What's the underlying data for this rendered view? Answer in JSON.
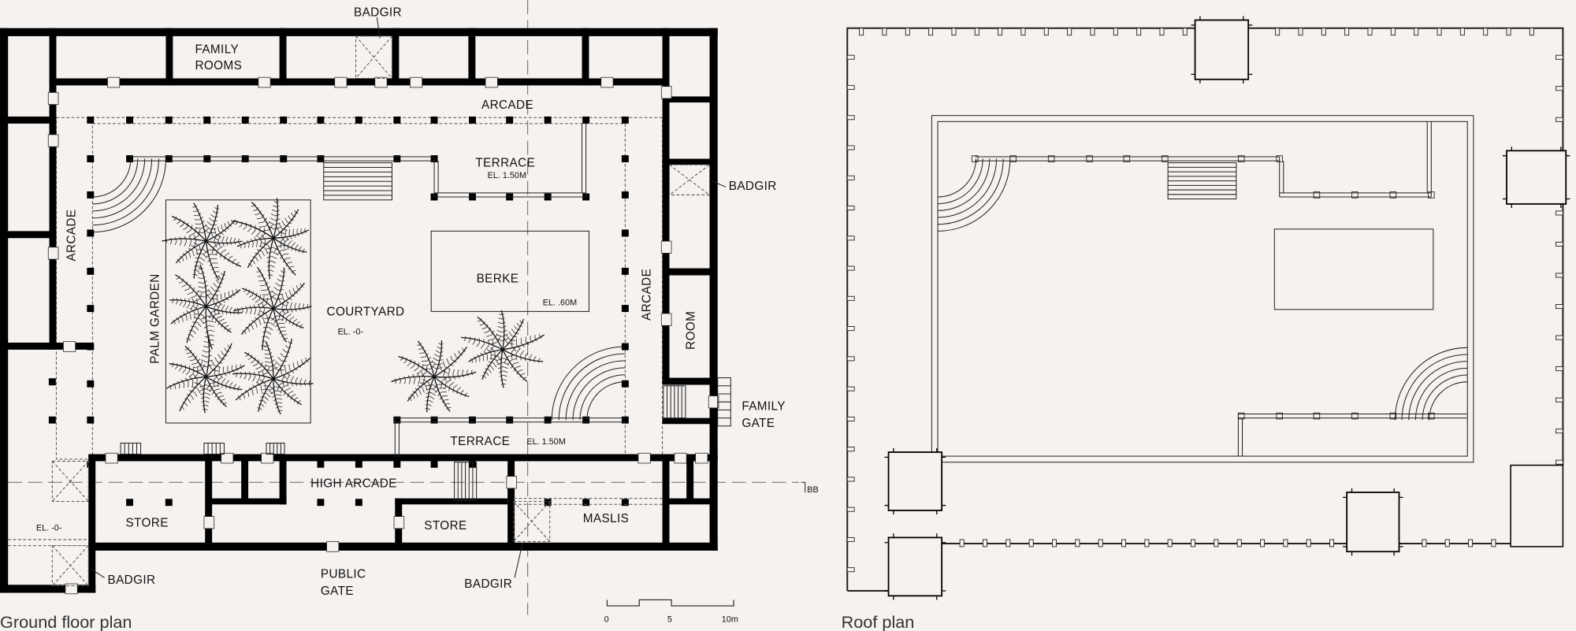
{
  "ground_floor": {
    "caption": "Ground floor plan",
    "labels": {
      "badgir_top": "BADGIR",
      "family_rooms_1": "FAMILY",
      "family_rooms_2": "ROOMS",
      "arcade_top": "ARCADE",
      "terrace_top": "TERRACE",
      "terrace_top_el": "EL. 1.50M",
      "badgir_right": "BADGIR",
      "arcade_left": "ARCADE",
      "palm_garden": "PALM GARDEN",
      "berke": "BERKE",
      "berke_el": "EL. .60M",
      "courtyard": "COURTYARD",
      "courtyard_el": "EL. -0-",
      "arcade_right": "ARCADE",
      "room": "ROOM",
      "family_gate_1": "FAMILY",
      "family_gate_2": "GATE",
      "terrace_bottom": "TERRACE",
      "terrace_bottom_el": "EL. 1.50M",
      "high_arcade": "HIGH ARCADE",
      "store_left": "STORE",
      "store_right": "STORE",
      "maslis": "MASLIS",
      "lower_left_el": "EL. -0-",
      "badgir_lower_left": "BADGIR",
      "public_gate_1": "PUBLIC",
      "public_gate_2": "GATE",
      "badgir_bottom": "BADGIR",
      "section_mark": "BB"
    },
    "scale_bar": {
      "ticks": [
        "0",
        "5",
        "10m"
      ]
    }
  },
  "roof": {
    "caption": "Roof plan"
  },
  "colors": {
    "background": "#f5f2f0",
    "ink": "#000000"
  }
}
